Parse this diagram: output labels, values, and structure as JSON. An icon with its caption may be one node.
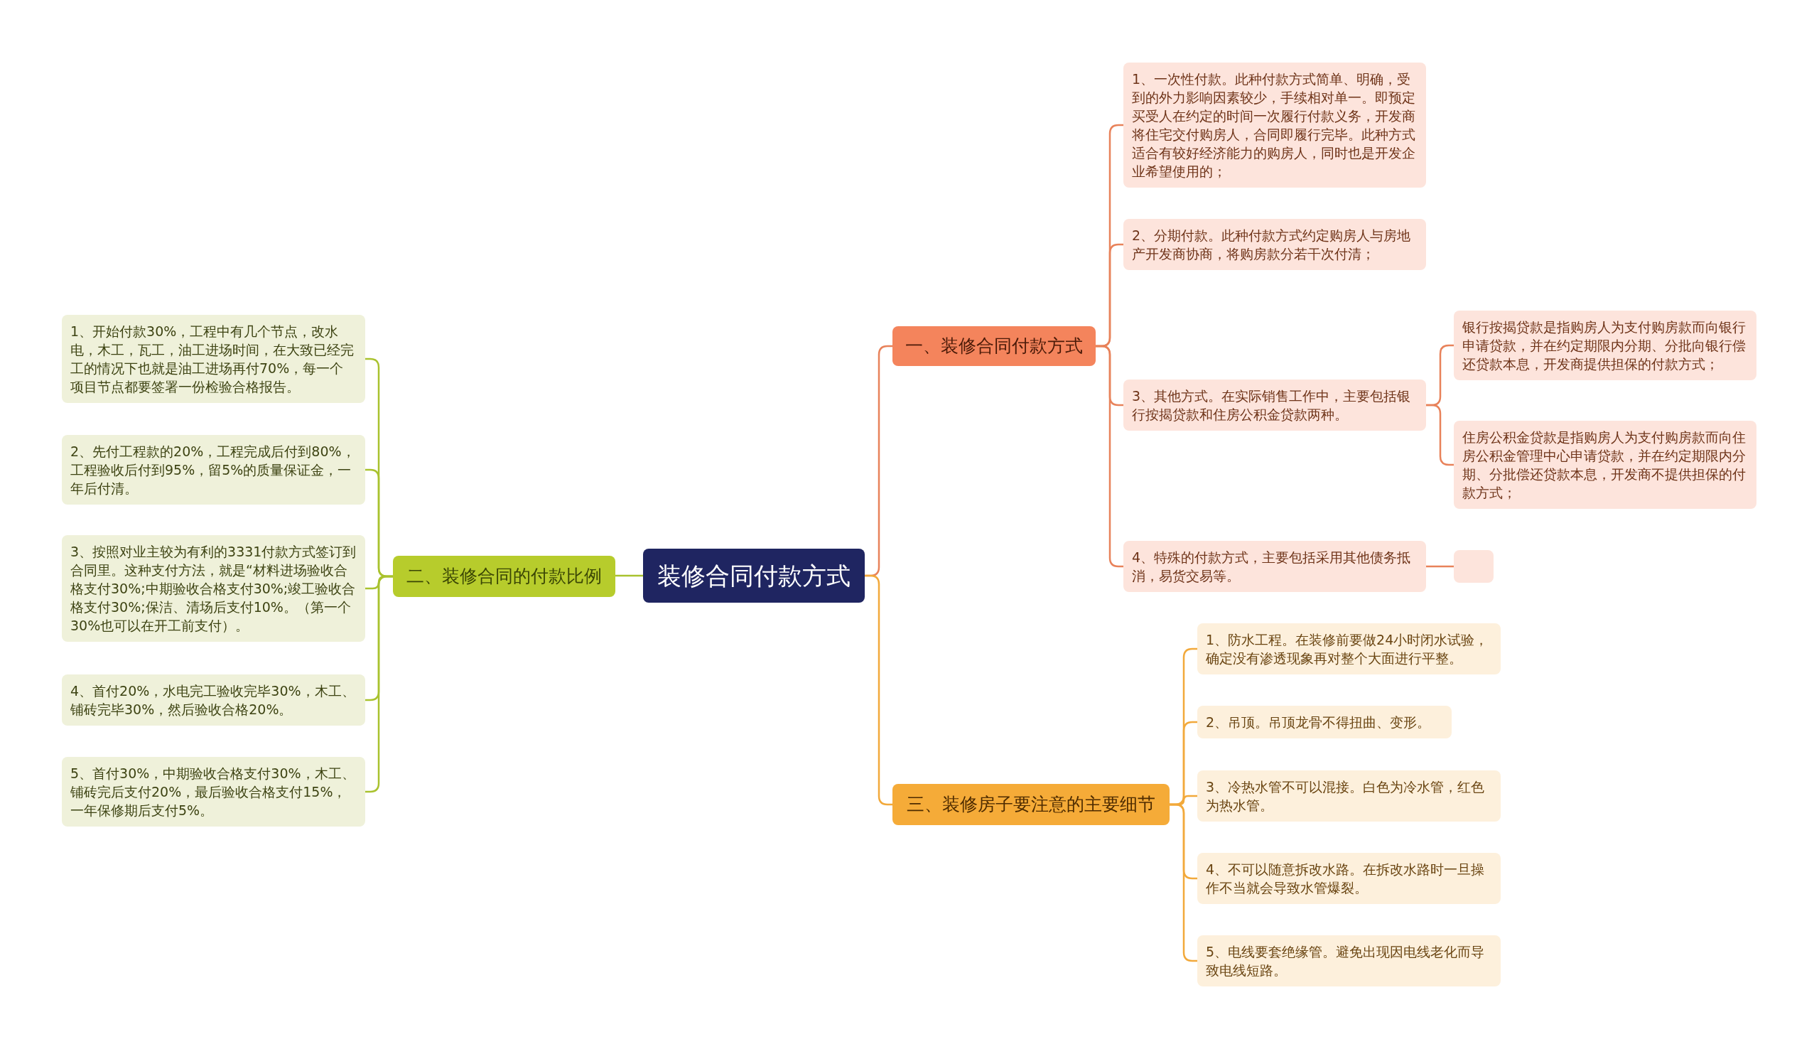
{
  "diagram": {
    "nodes": [
      {
        "text": [
          "装修合同付款方式"
        ]
      },
      {
        "text": [
          "一、装修合同付款方式"
        ]
      },
      {
        "text": [
          "1、一次性付款。此种付款方式简单、明确，受到的外力影响因素较少，手续相对单一。即预定买受人在约定的时间一次履行付款义务，开发商将住宅交付购房人，合同即履行完毕。此种方式适合有较好经济能力的购房人，同时也是开发企业希望使用的；"
        ]
      },
      {
        "text": [
          "2、分期付款。此种付款方式约定购房人与房地产开发商协商，将购房款分若干次付清；"
        ]
      },
      {
        "text": [
          "3、其他方式。在实际销售工作中，主要包括银行按揭贷款和住房公积金贷款两种。"
        ]
      },
      {
        "text": [
          "银行按揭贷款是指购房人为支付购房款而向银行申请贷款，并在约定期限内分期、分批向银行偿还贷款本息，开发商提供担保的付款方式；"
        ]
      },
      {
        "text": [
          "住房公积金贷款是指购房人为支付购房款而向住房公积金管理中心申请贷款，并在约定期限内分期、分批偿还贷款本息，开发商不提供担保的付款方式；"
        ]
      },
      {
        "text": [
          "4、特殊的付款方式，主要包括采用其他债务抵消，易货交易等。"
        ]
      },
      {
        "text": [],
        "shape": "box"
      },
      {
        "text": [
          "二、装修合同的付款比例"
        ]
      },
      {
        "text": [
          "1、开始付款30%，工程中有几个节点，改水电，木工，瓦工，油工进场时间，在大致已经完工的情况下也就是油工进场再付70%，每一个项目节点都要签署一份检验合格报告。"
        ]
      },
      {
        "text": [
          "2、先付工程款的20%，工程完成后付到80%，工程验收后付到95%，留5%的质量保证金，一年后付清。"
        ]
      },
      {
        "text": [
          "3、按照对业主较为有利的3331付款方式签订到合同里。这种支付方法，就是“材料进场验收合格支付30%;中期验收合格支付30%;竣工验收合格支付30%;保洁、清场后支付10%。（第一个30%也可以在开工前支付）。"
        ]
      },
      {
        "text": [
          "4、首付20%，水电完工验收完毕30%，木工、铺砖完毕30%，然后验收合格20%。"
        ]
      },
      {
        "text": [
          "5、首付30%，中期验收合格支付30%，木工、铺砖完后支付20%，最后验收合格支付15%，一年保修期后支付5%。"
        ]
      },
      {
        "text": [
          "三、装修房子要注意的主要细节"
        ]
      },
      {
        "text": [
          "1、防水工程。在装修前要做24小时闭水试验，确定没有渗透现象再对整个大面进行平整。"
        ]
      },
      {
        "text": [
          "2、吊顶。吊顶龙骨不得扭曲、变形。"
        ]
      },
      {
        "text": [
          "3、冷热水管不可以混接。白色为冷水管，红色为热水管。"
        ]
      },
      {
        "text": [
          "4、不可以随意拆改水路。在拆改水路时一旦操作不当就会导致水管爆裂。"
        ]
      },
      {
        "text": [
          "5、电线要套绝缘管。避免出现因电线老化而导致电线短路。"
        ]
      }
    ],
    "edges": [
      {
        "from": 0,
        "to": 1,
        "arrow": "none"
      },
      {
        "from": 1,
        "to": 2,
        "arrow": "none"
      },
      {
        "from": 1,
        "to": 3,
        "arrow": "none"
      },
      {
        "from": 1,
        "to": 4,
        "arrow": "none"
      },
      {
        "from": 4,
        "to": 5,
        "arrow": "none"
      },
      {
        "from": 4,
        "to": 6,
        "arrow": "none"
      },
      {
        "from": 1,
        "to": 7,
        "arrow": "none"
      },
      {
        "from": 7,
        "to": 8,
        "arrow": "none"
      },
      {
        "from": 0,
        "to": 9,
        "arrow": "none",
        "color": "#a9c22e"
      },
      {
        "from": 9,
        "to": 10,
        "arrow": "none",
        "color": "#a9c22e"
      },
      {
        "from": 9,
        "to": 11,
        "arrow": "none",
        "color": "#a9c22e"
      },
      {
        "from": 9,
        "to": 12,
        "arrow": "none",
        "color": "#a9c22e"
      },
      {
        "from": 9,
        "to": 13,
        "arrow": "none",
        "color": "#a9c22e"
      },
      {
        "from": 9,
        "to": 14,
        "arrow": "none",
        "color": "#a9c22e"
      },
      {
        "from": 0,
        "to": 15,
        "arrow": "none",
        "color": "#f2a93b"
      },
      {
        "from": 15,
        "to": 16,
        "arrow": "none",
        "color": "#f2a93b"
      },
      {
        "from": 15,
        "to": 17,
        "arrow": "none",
        "color": "#f2a93b"
      },
      {
        "from": 15,
        "to": 18,
        "arrow": "none",
        "color": "#f2a93b"
      },
      {
        "from": 15,
        "to": 19,
        "arrow": "none",
        "color": "#f2a93b"
      },
      {
        "from": 15,
        "to": 20,
        "arrow": "none",
        "color": "#f2a93b"
      }
    ]
  }
}
